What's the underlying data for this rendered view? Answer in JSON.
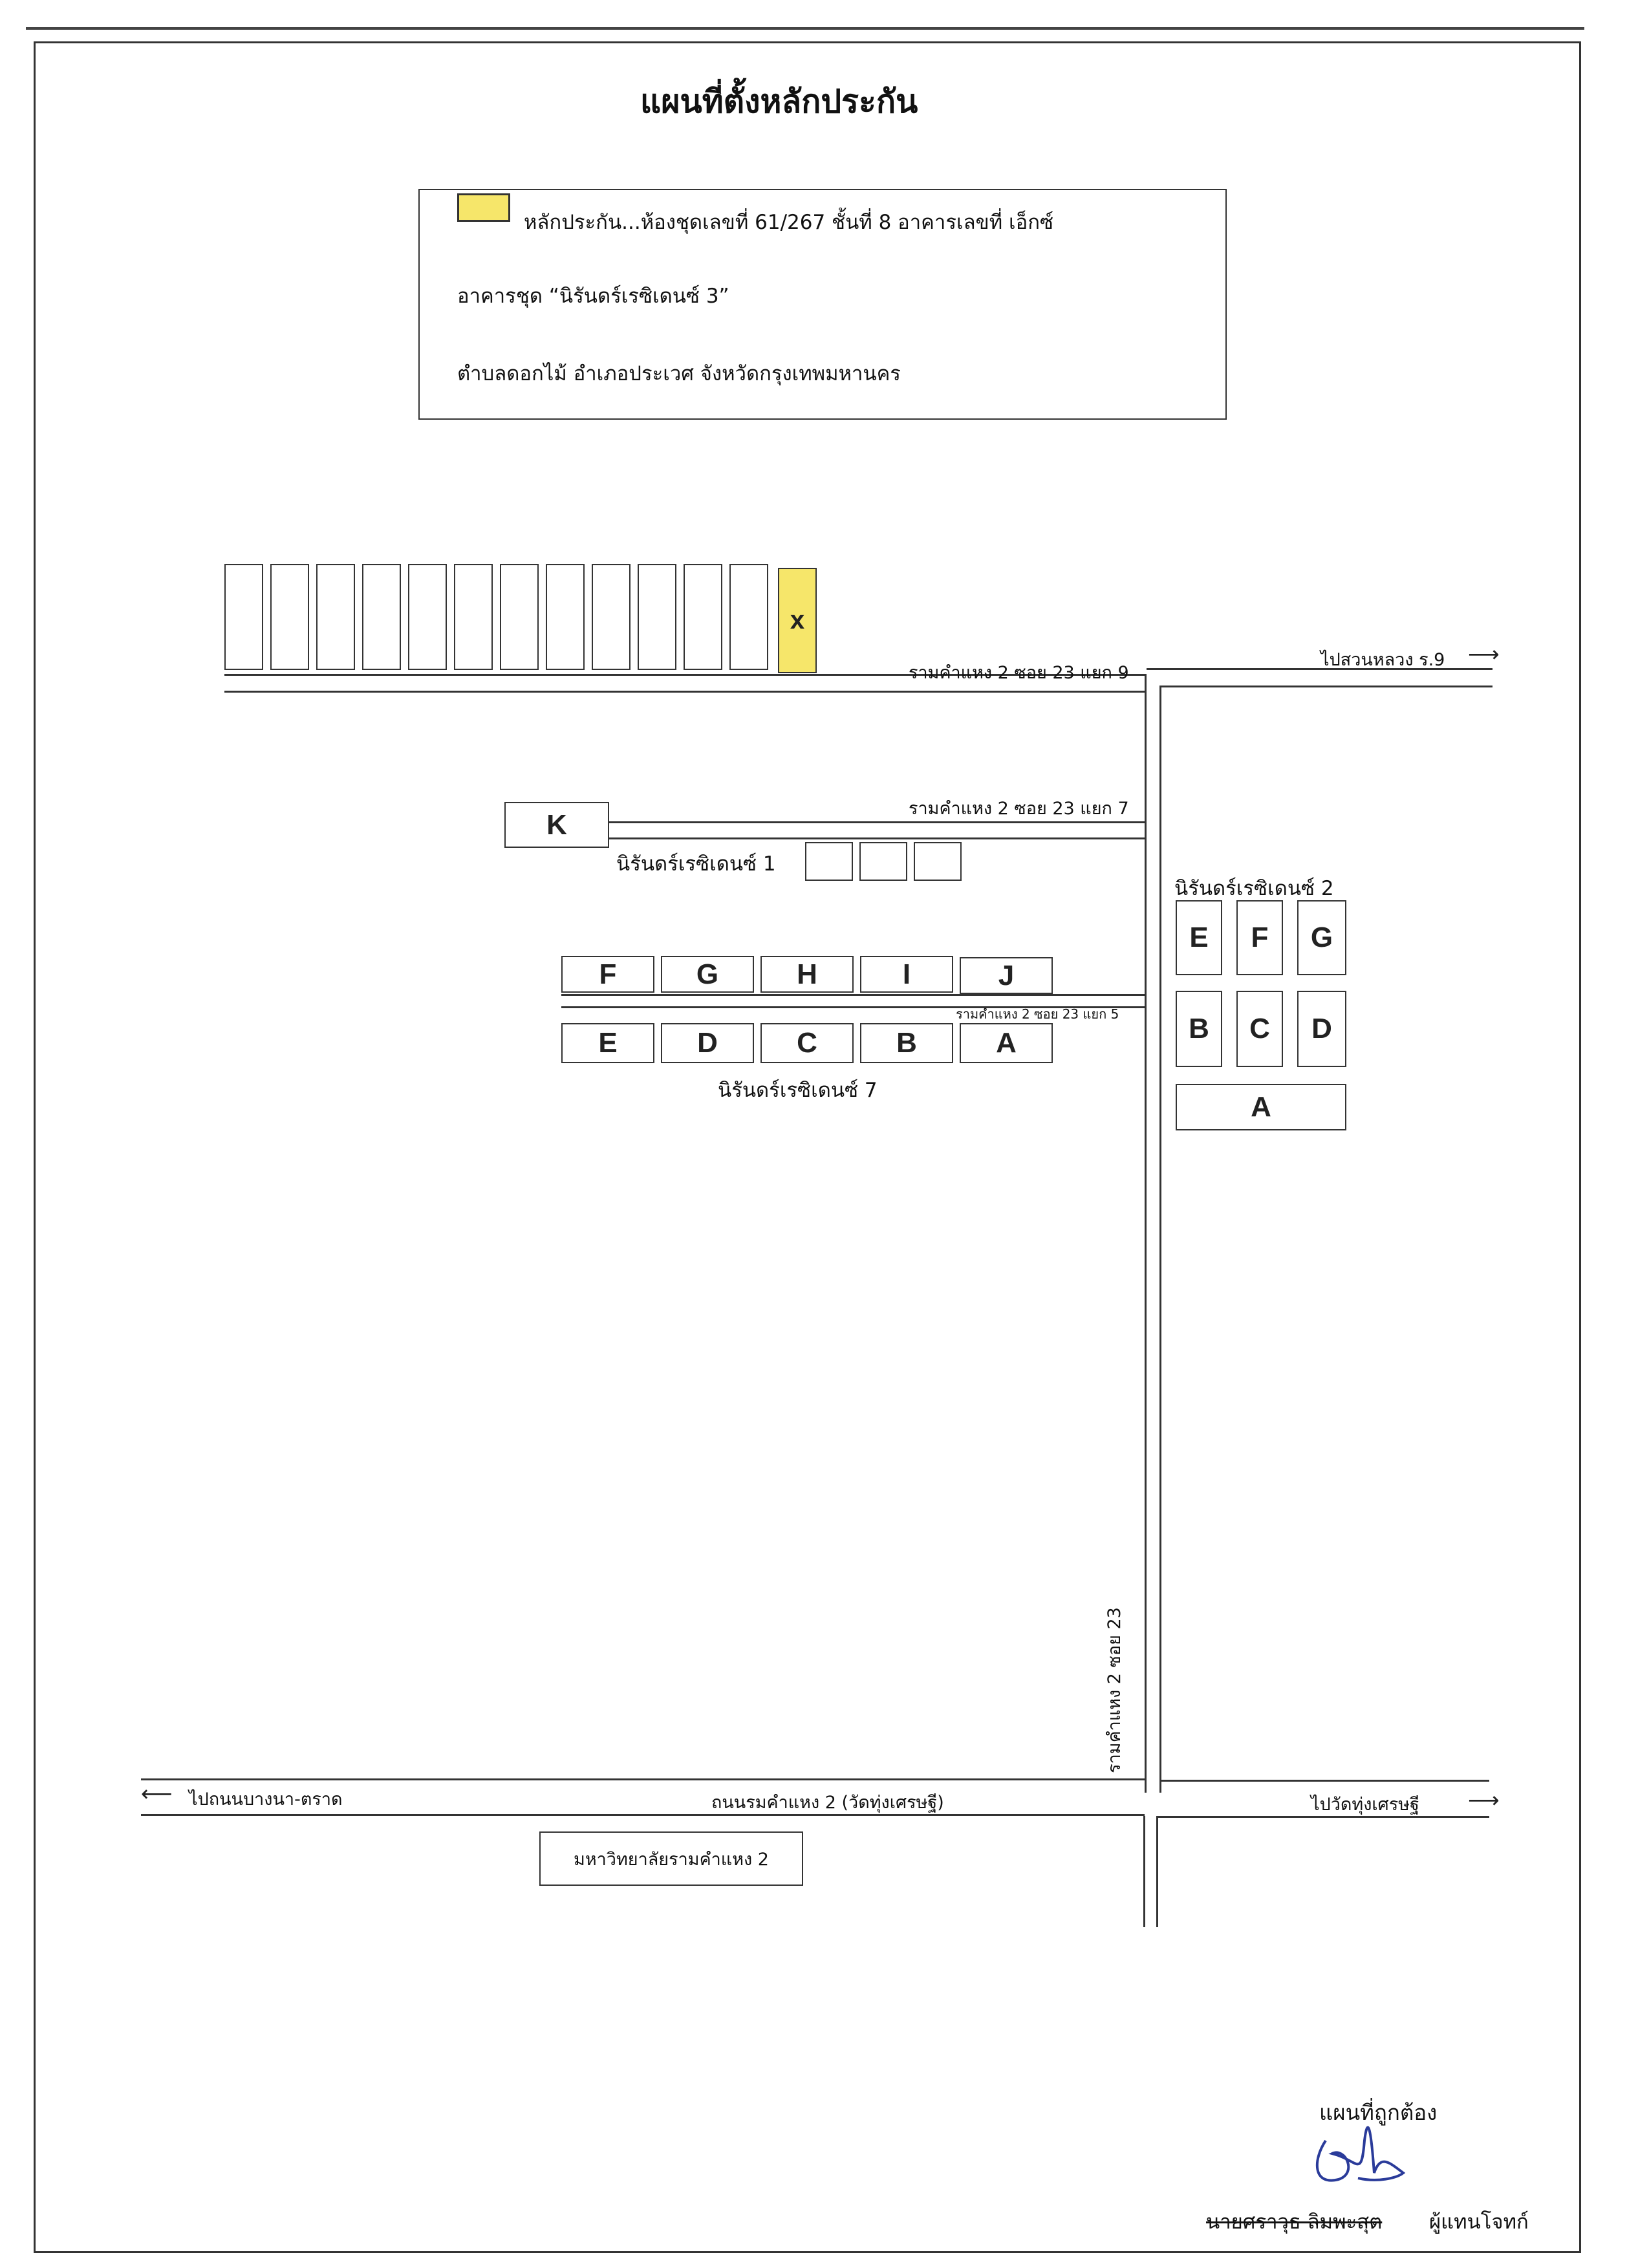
{
  "header": {
    "title": "แผนที่ตั้งหลักประกัน"
  },
  "legend": {
    "swatch_color": "#f6e66a",
    "line1": "หลักประกัน...ห้องชุดเลขที่ 61/267  ชั้นที่  8  อาคารเลขที่  เอ็กซ์",
    "line2": "อาคารชุด “นิรันดร์เรซิเดนซ์ 3”",
    "line3": "ตำบลดอกไม้  อำเภอประเวศ     จังหวัดกรุงเทพมหานคร"
  },
  "map": {
    "highlight_color": "#f6e66a",
    "highlight_label": "x",
    "roads": {
      "soi9": "รามคำแหง 2 ซอย 23 แยก 9",
      "soi7": "รามคำแหง 2 ซอย 23 แยก 7",
      "soi5": "รามคำแหง 2 ซอย 23 แยก 5",
      "soi23": "รามคำแหง 2 ซอย 23",
      "main": "ถนนรมคำแหง 2 (วัดทุ่งเศรษฐี)"
    },
    "directions": {
      "park": "ไปสวนหลวง ร.9",
      "bangna": "ไปถนนบางนา-ตราด",
      "wat": "ไปวัดทุ่งเศรษฐี"
    },
    "places": {
      "k": "K",
      "residence1": "นิรันดร์เรซิเดนซ์ 1",
      "residence2": "นิรันดร์เรซิเดนซ์ 2",
      "residence7": "นิรันดร์เรซิเดนซ์ 7",
      "university": "มหาวิทยาลัยรามคำแหง 2"
    },
    "res7_top": [
      "F",
      "G",
      "H",
      "I",
      "J"
    ],
    "res7_bottom": [
      "E",
      "D",
      "C",
      "B",
      "A"
    ],
    "res2_top": [
      "E",
      "F",
      "G"
    ],
    "res2_mid": [
      "B",
      "C",
      "D"
    ],
    "res2_bottom": "A"
  },
  "footer": {
    "certified": "แผนที่ถูกต้อง",
    "signer_name": "นายศราวุธ  ลิมพะสุต",
    "signer_role": "ผู้แทนโจทก์"
  }
}
